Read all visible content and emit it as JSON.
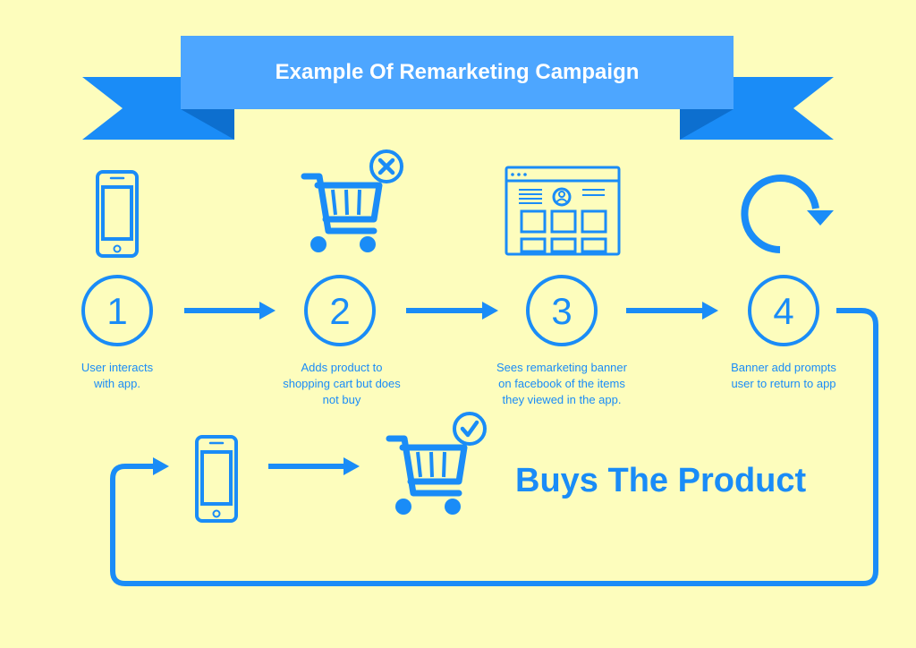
{
  "title": "Example Of Remarketing Campaign",
  "colors": {
    "background": "#fdfdbd",
    "accent": "#1a8cf7",
    "banner_light": "#4da6ff",
    "banner_dark": "#1a8cf7",
    "text_on_banner": "#ffffff"
  },
  "steps": [
    {
      "number": "1",
      "icon": "smartphone-icon",
      "text": "User interacts\nwith app."
    },
    {
      "number": "2",
      "icon": "shopping-cart-remove-icon",
      "text": "Adds product to\nshopping cart but does\nnot buy"
    },
    {
      "number": "3",
      "icon": "browser-window-icon",
      "text": "Sees remarketing banner\non facebook of the items\nthey viewed in the app."
    },
    {
      "number": "4",
      "icon": "refresh-arrow-icon",
      "text": "Banner add prompts\nuser to return to app"
    }
  ],
  "outcome": {
    "icons": [
      "smartphone-icon",
      "shopping-cart-check-icon"
    ],
    "text": "Buys The Product"
  }
}
